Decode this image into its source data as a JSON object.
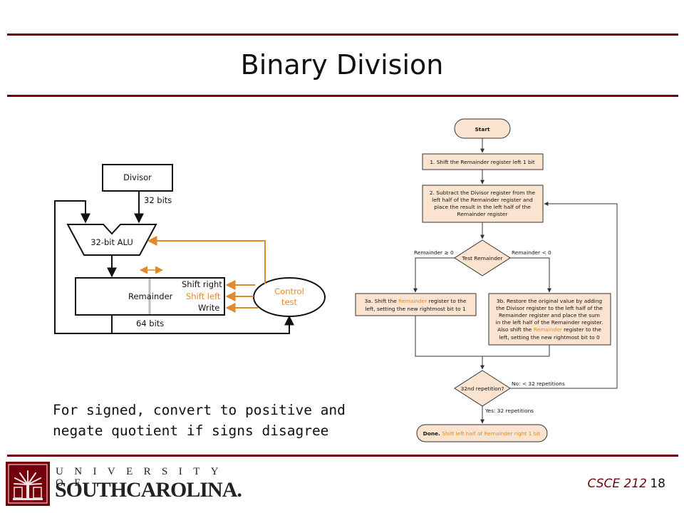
{
  "slide": {
    "title": "Binary Division",
    "bullet_lines": [
      "For signed, convert to positive and",
      "negate quotient if signs disagree"
    ],
    "course_label": "CSCE 212",
    "page_number": "18",
    "wordmark_top": "UNIVERSITY OF",
    "wordmark_main": "SOUTHCAROLINA."
  },
  "hardware": {
    "divisor": "Divisor",
    "bits32": "32 bits",
    "alu": "32-bit ALU",
    "remainder": "Remainder",
    "shift_right": "Shift right",
    "shift_left": "Shift left",
    "write": "Write",
    "control_line1": "Control",
    "control_line2": "test",
    "bits64": "64 bits"
  },
  "flow": {
    "start": "Start",
    "step1": "1. Shift the Remainder register left 1 bit",
    "step2": [
      "2. Subtract the Divisor register from the",
      "left half of the Remainder register and",
      "place the result in the left half of the",
      "Remainder register"
    ],
    "test": "Test Remainder",
    "branch_left": "Remainder ≥ 0",
    "branch_right": "Remainder < 0",
    "step3a_line1": [
      "3a. Shift the ",
      "Remainder",
      " register to the"
    ],
    "step3a_line2": "left, setting the new rightmost bit to 1",
    "step3b_lines": [
      "3b. Restore the original value by adding",
      "the Divisor register to the left half of the",
      "Remainder register and place the sum",
      "in the left half of the Remainder register."
    ],
    "step3b_line5": [
      "Also shift the ",
      "Remainder",
      " register to the"
    ],
    "step3b_line6": "left, setting the new rightmost bit to 0",
    "repetition": "32nd repetition?",
    "no_label": "No:  < 32 repetitions",
    "yes_label": "Yes:  32 repetitions",
    "done_bold": "Done.",
    "done_rest": " Shift left half of Remainder right 1 bit"
  },
  "colors": {
    "rule": "#73000a",
    "orange": "#e08a2c",
    "box_fill": "#fbe4cf",
    "garnet": "#73000a"
  }
}
